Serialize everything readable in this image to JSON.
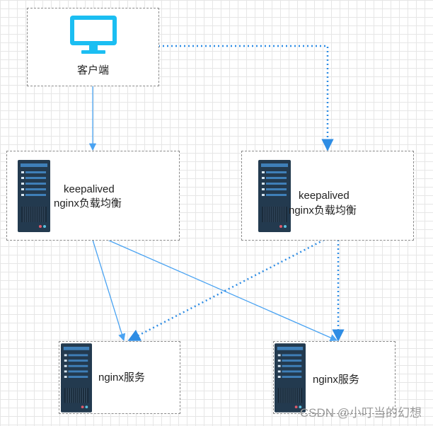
{
  "client": {
    "label": "客户端",
    "icon": "monitor-icon"
  },
  "lb_primary": {
    "line1": "keepalived",
    "line2": "nginx负载均衡",
    "icon": "server-icon"
  },
  "lb_backup": {
    "line1": "keepalived",
    "line2": "nginx负载均衡",
    "icon": "server-icon"
  },
  "service_left": {
    "label": "nginx服务",
    "icon": "server-icon"
  },
  "service_right": {
    "label": "nginx服务",
    "icon": "server-icon"
  },
  "watermark": "CSDN @小叮当的幻想",
  "colors": {
    "active_link": "#4aa3f2",
    "standby_link": "#2f8de4",
    "monitor": "#1bbef2",
    "server_body": "#233a4f",
    "server_bar": "#3f7fb8"
  }
}
